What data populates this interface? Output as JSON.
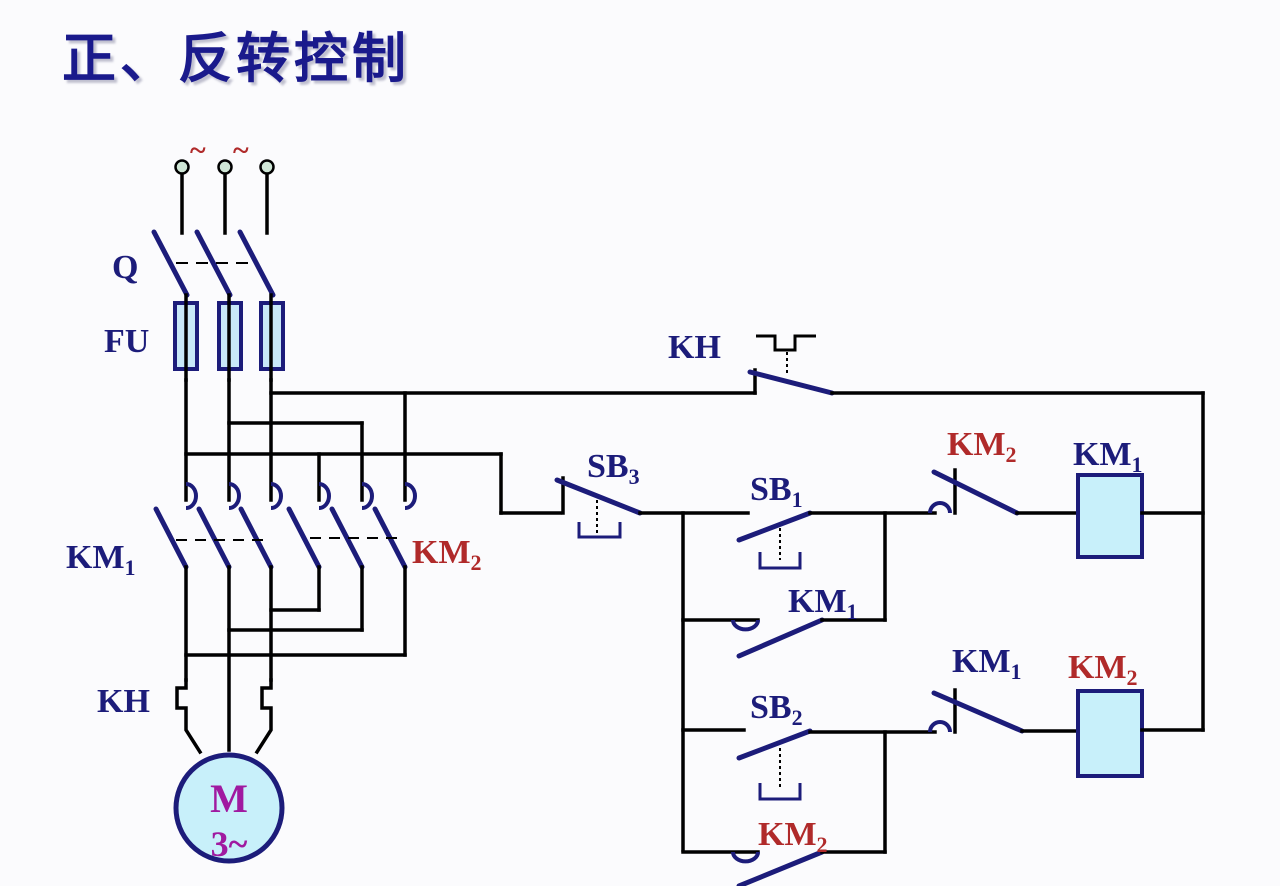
{
  "title": "正、反转控制",
  "colors": {
    "wire": "#000000",
    "contact": "#1c1c7a",
    "label_blue": "#1c1c7a",
    "label_red": "#b02a2a",
    "motor_text": "#a01aa0",
    "coil_fill": "#c8f0fa",
    "fuse_fill": "#c8e8f8"
  },
  "main_circuit": {
    "supply_symbol": "~",
    "switch_label": "Q",
    "fuse_label": "FU",
    "contactor_forward": {
      "base": "KM",
      "sub": "1"
    },
    "contactor_reverse": {
      "base": "KM",
      "sub": "2"
    },
    "overload_label": "KH",
    "motor": {
      "line1": "M",
      "line2": "3~"
    }
  },
  "control_circuit": {
    "overload_contact": "KH",
    "stop_button": {
      "base": "SB",
      "sub": "3"
    },
    "forward_button": {
      "base": "SB",
      "sub": "1"
    },
    "forward_hold": {
      "base": "KM",
      "sub": "1"
    },
    "forward_interlock": {
      "base": "KM",
      "sub": "2"
    },
    "forward_coil": {
      "base": "KM",
      "sub": "1"
    },
    "reverse_button": {
      "base": "SB",
      "sub": "2"
    },
    "reverse_hold": {
      "base": "KM",
      "sub": "2"
    },
    "reverse_interlock": {
      "base": "KM",
      "sub": "1"
    },
    "reverse_coil": {
      "base": "KM",
      "sub": "2"
    }
  }
}
